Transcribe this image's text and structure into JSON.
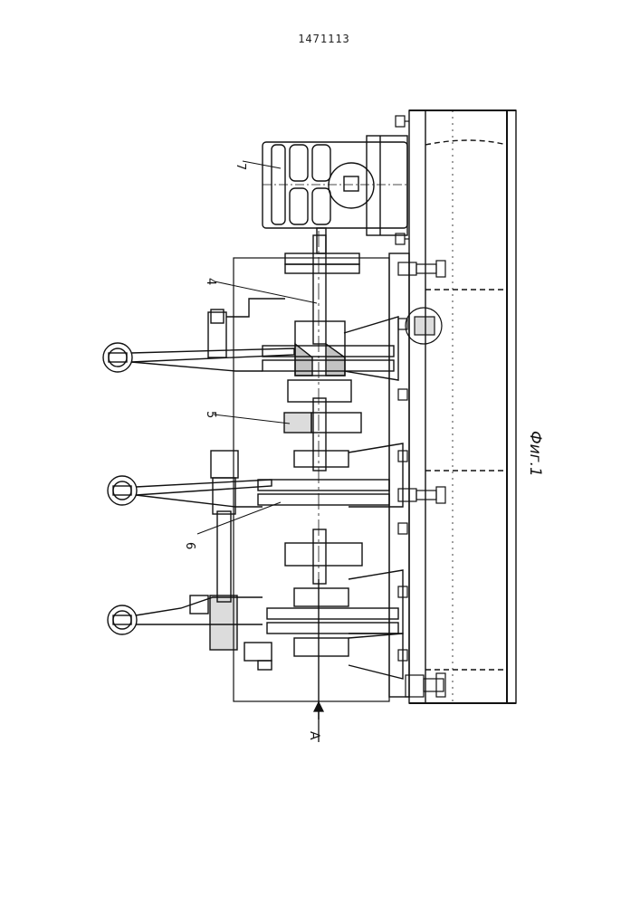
{
  "document": {
    "number": "1471113"
  },
  "drawing": {
    "labels": {
      "part7": "7",
      "part4": "4",
      "part5": "5",
      "part6": "6",
      "view_arrow": "A"
    },
    "figure_caption": "Фиг.1"
  },
  "colors": {
    "ink": "#111111",
    "paper": "#ffffff"
  }
}
